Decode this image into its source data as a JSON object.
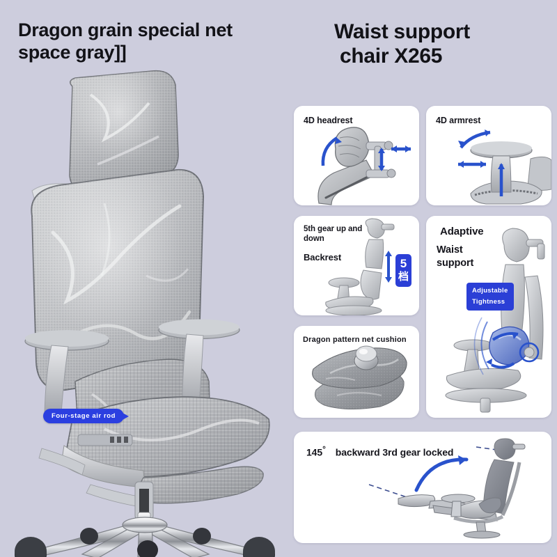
{
  "background_color": "#cdcddd",
  "accent_blue": "#2b3fe0",
  "arrow_blue": "#2952cc",
  "titles": {
    "left": "Dragon grain special net space gray]]",
    "left_line1": "Dragon grain special net",
    "left_line2": "space gray]]",
    "right_line1": "Waist support",
    "right_line2": "chair X265"
  },
  "hero": {
    "name": "ergonomic-mesh-office-chair",
    "callout_pill": "Four-stage air rod"
  },
  "cards": [
    {
      "id": "headrest",
      "caption": "4D headrest",
      "illustration": "headrest-adjustment-diagram"
    },
    {
      "id": "armrest",
      "caption": "4D armrest",
      "illustration": "armrest-adjustment-diagram"
    },
    {
      "id": "gear",
      "caption_line1": "5th gear up and down",
      "caption_line2": "Backrest",
      "illustration": "backrest-height-diagram",
      "badge_number": "5",
      "badge_unit": "档"
    },
    {
      "id": "cushion",
      "caption": "Dragon pattern net cushion",
      "illustration": "mesh-cushion-photo"
    },
    {
      "id": "waist",
      "caption_line1": "Adaptive",
      "caption_line2": "Waist",
      "caption_line3": "support",
      "illustration": "lumbar-support-diagram",
      "badge_line1": "Adjustable",
      "badge_line2": "Tightness"
    },
    {
      "id": "recline",
      "caption_angle": "145",
      "caption_degree_symbol": "°",
      "caption_text": "backward 3rd gear locked",
      "illustration": "recline-lock-diagram"
    }
  ]
}
